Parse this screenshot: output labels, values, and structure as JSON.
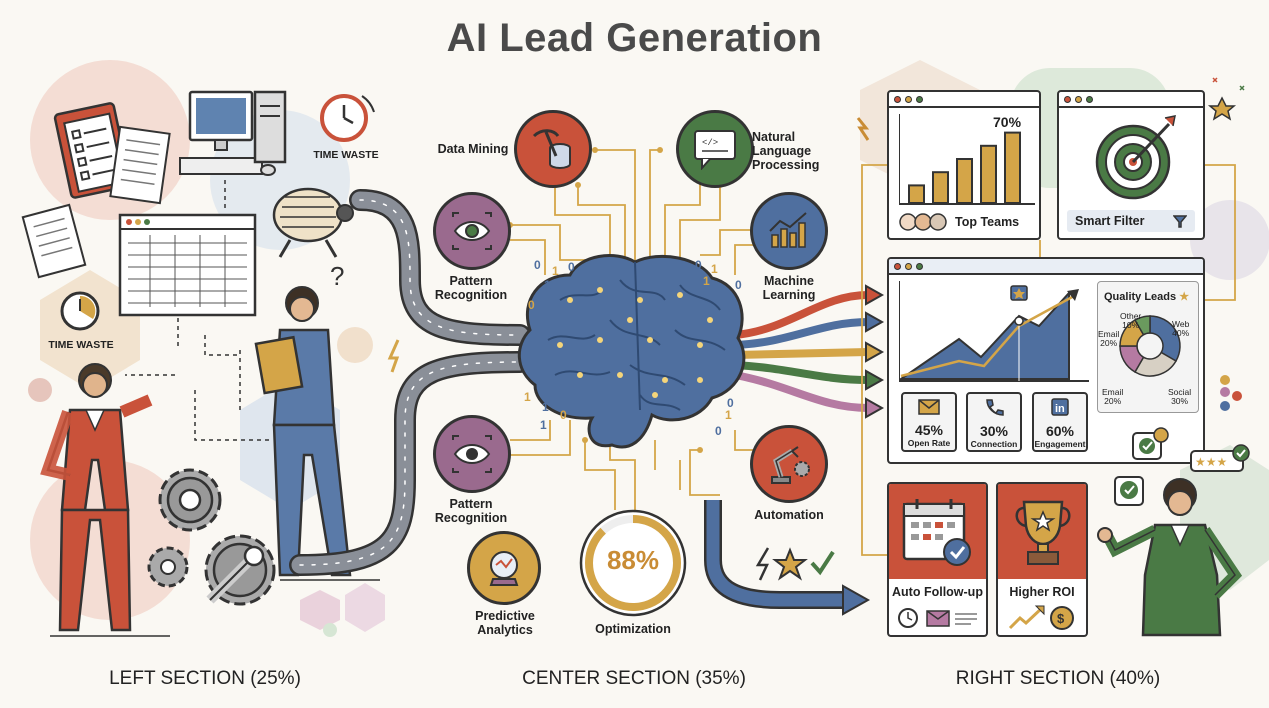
{
  "title": "AI Lead Generation",
  "sections": {
    "left": "LEFT SECTION (25%)",
    "center": "CENTER SECTION (35%)",
    "right": "RIGHT SECTION (40%)"
  },
  "left": {
    "time_waste_top": "TIME WASTE",
    "time_waste_left": "TIME WASTE"
  },
  "center": {
    "nodes": {
      "data_mining": "Data Mining",
      "nlp": "Natural Language Processing",
      "pattern_top": "Pattern Recognition",
      "machine_learning": "Machine Learning",
      "pattern_bottom": "Pattern Recognition",
      "automation": "Automation",
      "predictive": "Predictive Analytics",
      "optimization": "Optimization"
    },
    "optimization_value": "88%",
    "optimization_fraction": 0.88,
    "binary_left": [
      "0",
      "1",
      "0",
      "1",
      "0",
      "1",
      "1",
      "0",
      "1"
    ],
    "binary_right": [
      "0",
      "1",
      "1",
      "0",
      "0",
      "1",
      "0"
    ]
  },
  "right": {
    "top_teams": {
      "label": "Top Teams",
      "pct": "70%",
      "bars": [
        0.2,
        0.35,
        0.5,
        0.65,
        0.8
      ]
    },
    "smart_filter": {
      "label": "Smart Filter"
    },
    "quality_leads": {
      "title": "Quality Leads",
      "slices": [
        {
          "name": "Web",
          "label": "Web",
          "pct": "40%",
          "value": 40,
          "color": "#4f6f9f"
        },
        {
          "name": "Social",
          "label": "Social",
          "pct": "30%",
          "value": 30,
          "color": "#d7d0c4"
        },
        {
          "name": "Email",
          "label": "Email",
          "pct": "20%",
          "value": 20,
          "color": "#b57aa2"
        },
        {
          "name": "Email",
          "label": "Email",
          "pct": "20%",
          "value": 20,
          "color": "#d4a548"
        },
        {
          "name": "Other",
          "label": "Other",
          "pct": "10%",
          "value": 10,
          "color": "#6a9a5e"
        }
      ]
    },
    "stats": [
      {
        "pct": "45%",
        "label": "Open Rate",
        "icon": "envelope-icon"
      },
      {
        "pct": "30%",
        "label": "Connection",
        "icon": "phone-icon"
      },
      {
        "pct": "60%",
        "label": "Engagement",
        "icon": "linkedin-icon"
      }
    ],
    "auto_follow": {
      "label": "Auto Follow-up"
    },
    "higher_roi": {
      "label": "Higher ROI"
    }
  },
  "colors": {
    "red": "#c9523a",
    "green": "#4a7a45",
    "blue": "#4f6f9f",
    "orange": "#d4a548",
    "purple": "#9a6a8e",
    "grey_road": "#7a7f88"
  }
}
